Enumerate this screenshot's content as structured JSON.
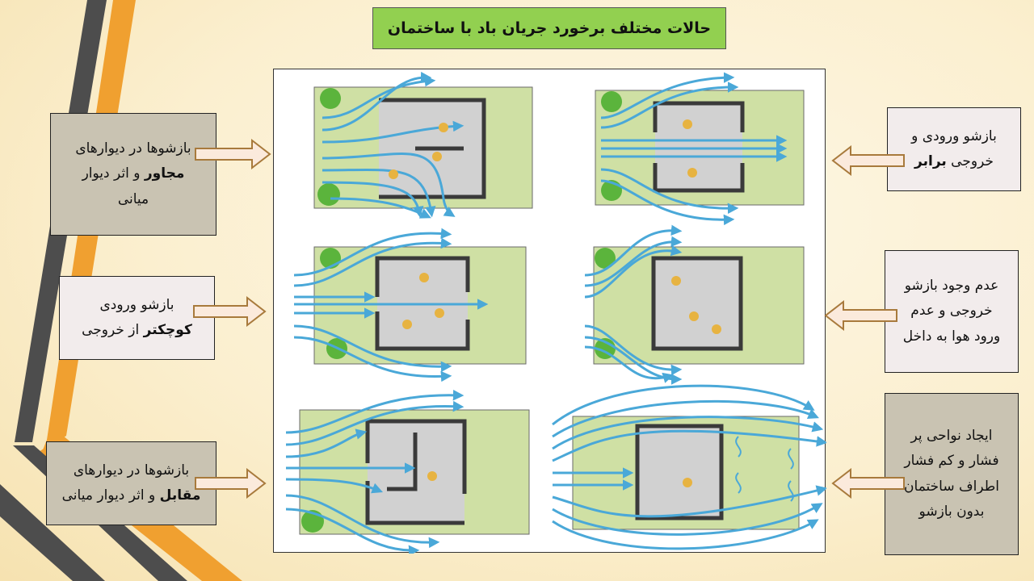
{
  "title": "حالات مختلف برخورد جریان باد با ساختمان",
  "colors": {
    "title_bg": "#92d050",
    "stripe_dark": "#4d4d4d",
    "stripe_orange": "#f0a030",
    "box_gray": "#c9c3b2",
    "box_pink": "#f2ecec",
    "arrow_fill": "#fbeadc",
    "arrow_stroke": "#a87a3c",
    "wind": "#4aa8d8",
    "grass": "#cfe0a4",
    "floor": "#d1d1d1",
    "wall": "#3a3a3a"
  },
  "labels": {
    "adjacent": {
      "line1": "بازشوها در دیوارهای",
      "line2_bold": "مجاور",
      "line2_rest": " و اثر دیوار",
      "line3": "میانی"
    },
    "smaller": {
      "line1": "بازشو ورودی",
      "line2_bold": "کوچکتر",
      "line2_rest": " از خروجی"
    },
    "opposite": {
      "line1": "بازشوها در دیوارهای",
      "line2_bold": "مقابل",
      "line2_rest": " و اثر دیوار میانی"
    },
    "equal": {
      "line1": "بازشو ورودی و",
      "line2_rest": "خروجی ",
      "line2_bold": "برابر"
    },
    "no_exit": {
      "line1": "عدم وجود بازشو",
      "line2": "خروجی و عدم",
      "line3": "ورود هوا به داخل"
    },
    "pressure": {
      "line1": "ایجاد نواحی پر",
      "line2": "فشار و کم فشار",
      "line3": "اطراف ساختمان",
      "line4": "بدون بازشو"
    }
  }
}
